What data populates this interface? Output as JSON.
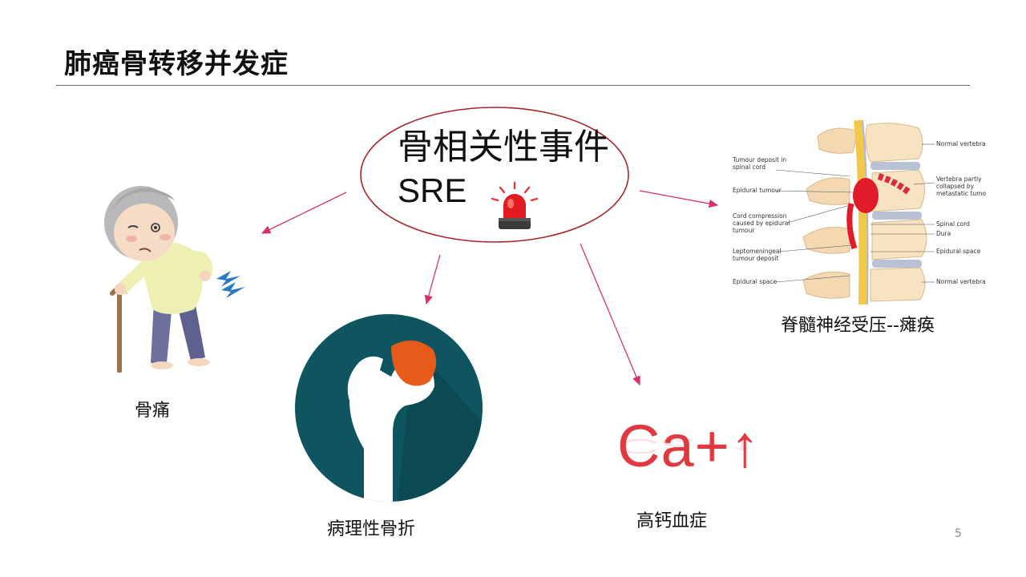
{
  "slide": {
    "title": "肺癌骨转移并发症",
    "page_number": "5"
  },
  "center": {
    "title": "骨相关性事件",
    "subtitle": "SRE"
  },
  "outcomes": {
    "bone_pain": "骨痛",
    "fracture": "病理性骨折",
    "spinal": "脊髓神经受压--瘫痪",
    "hypercalcemia": "高钙血症",
    "ca_symbol": "Ca+↑"
  },
  "spine_labels": {
    "tumour_deposit": "Tumour deposit in spinal cord",
    "epidural_tumour": "Epidural tumour",
    "cord_compression": "Cord compression caused by epidural tumour",
    "leptomeningeal": "Leptomeningeal tumour deposit",
    "epidural_space_left": "Epidural space",
    "normal_vertebra_top": "Normal vertebra",
    "vertebra_collapsed": "Vertebra partly collapsed by metastatic tumour",
    "spinal_cord": "Spinal cord",
    "dura": "Dura",
    "epidural_space_right": "Epidural space",
    "normal_vertebra_bottom": "Normal vertebra"
  },
  "colors": {
    "arrow": "#d6336c",
    "ellipse_border": "#a8262c",
    "fracture_bg": "#0f5560",
    "tumour_orange": "#e85a1a",
    "calcium_red": "#e0393f"
  }
}
